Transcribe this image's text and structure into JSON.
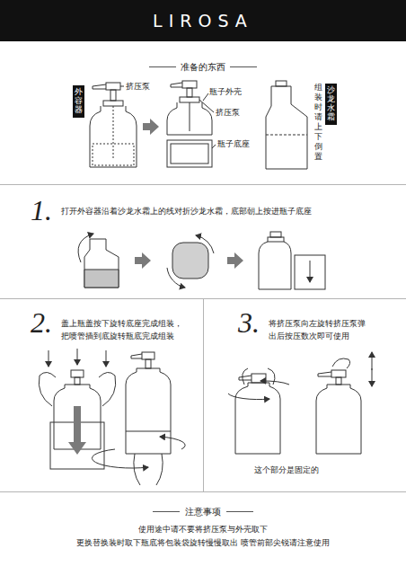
{
  "diagram": {
    "nodes": [
      {
        "text": [
          "LIROSA"
        ]
      },
      {
        "text": [
          "外容器"
        ]
      },
      {
        "text": [
          "沙龙水霜"
        ]
      },
      {
        "text": [
          "1.",
          "打开外容器沿着沙龙水霜上的线对折沙龙水霜，底部朝上按进瓶子底座"
        ]
      },
      {
        "text": [
          "2.",
          "盖上瓶盖按下旋转底座完成组装， 把喷管插到底旋转瓶底完成组装"
        ]
      },
      {
        "text": [
          "3.",
          "将挤压泵向左旋转挤压泵弹 出后按压数次即可使用"
        ]
      }
    ],
    "labels": [
      "准备的东西",
      "挤压泵",
      "瓶子外壳",
      "挤压泵",
      "瓶子底座",
      "组装时请上下倒置",
      "这个部分是固定的",
      "注意事项",
      "使用途中请不要将挤压泵与外壳取下",
      "更换替换装时取下瓶底将包装袋旋转慢慢取出 喷管前部尖锐请注意使用"
    ]
  }
}
